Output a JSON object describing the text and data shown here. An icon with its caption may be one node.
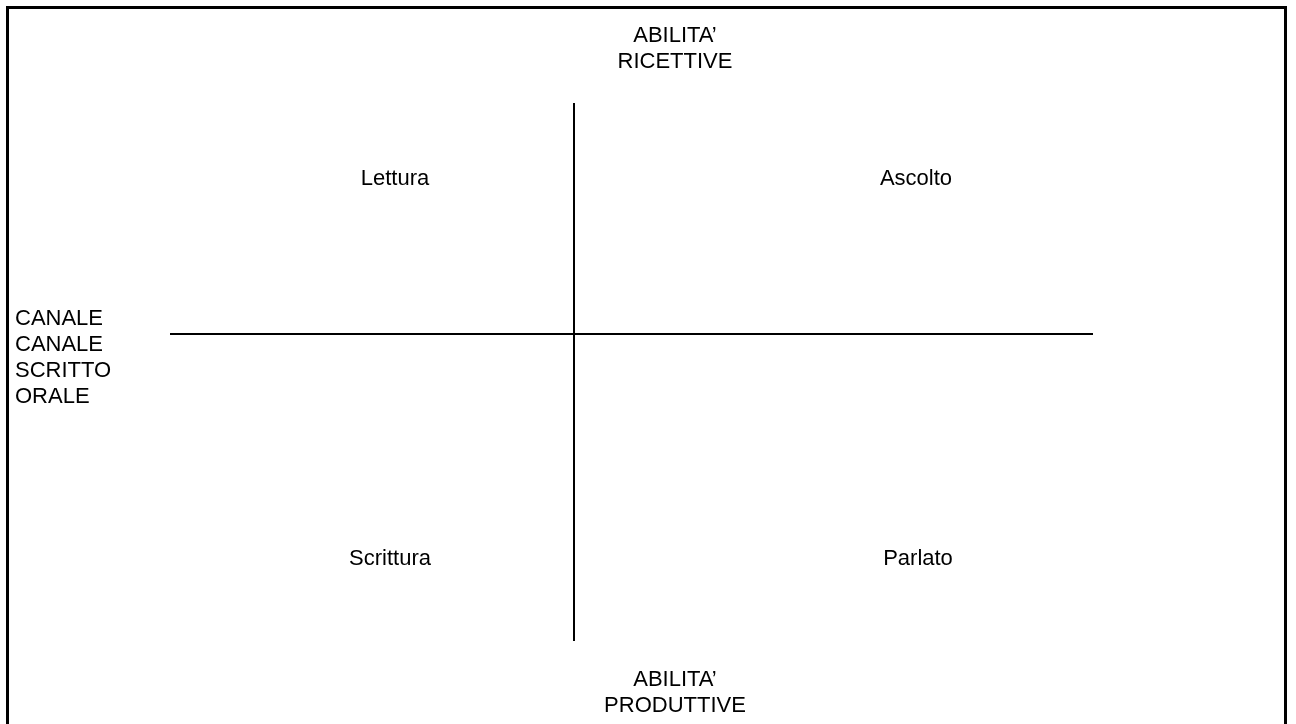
{
  "diagram": {
    "labels": [
      "ABILITA’ RICETTIVE",
      "Lettura",
      "Ascolto",
      "CANALE CANALE SCRITTO ORALE",
      "Scrittura",
      "Parlato",
      "ABILITA’ PRODUTTIVE"
    ]
  }
}
